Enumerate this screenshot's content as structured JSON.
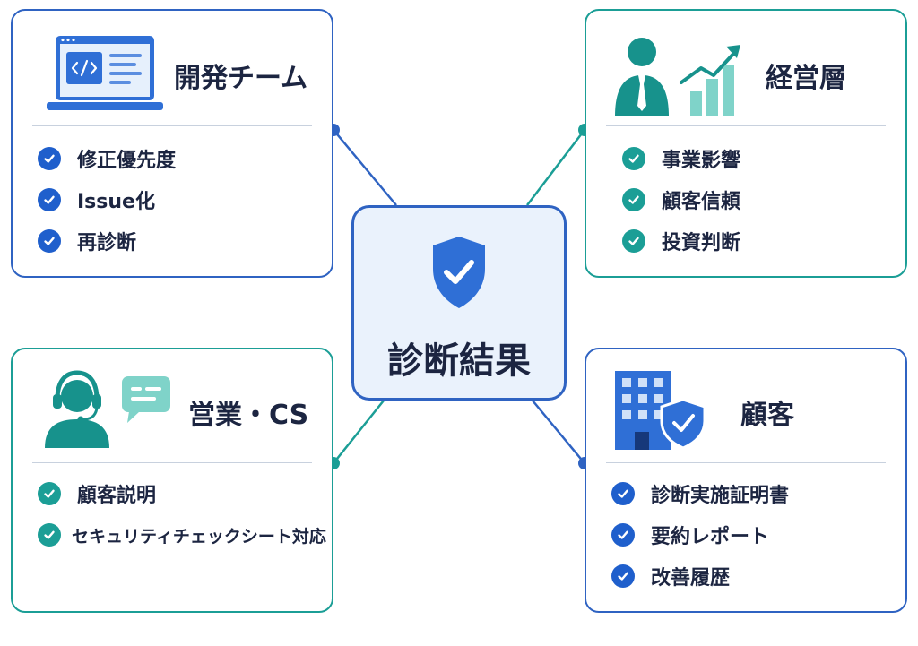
{
  "center": {
    "title": "診断結果",
    "icon": "shield-check-icon"
  },
  "colors": {
    "blue": "#2f63c2",
    "teal": "#1b9e96",
    "text": "#1c2541"
  },
  "cards": {
    "dev": {
      "title": "開発チーム",
      "icon": "laptop-code-icon",
      "items": [
        "修正優先度",
        "Issue化",
        "再診断"
      ]
    },
    "exec": {
      "title": "経営層",
      "icon": "executive-growth-chart-icon",
      "items": [
        "事業影響",
        "顧客信頼",
        "投資判断"
      ]
    },
    "sales": {
      "title": "営業・CS",
      "icon": "headset-support-icon",
      "items": [
        "顧客説明",
        "セキュリティチェックシート対応"
      ]
    },
    "customer": {
      "title": "顧客",
      "icon": "building-shield-icon",
      "items": [
        "診断実施証明書",
        "要約レポート",
        "改善履歴"
      ]
    }
  }
}
